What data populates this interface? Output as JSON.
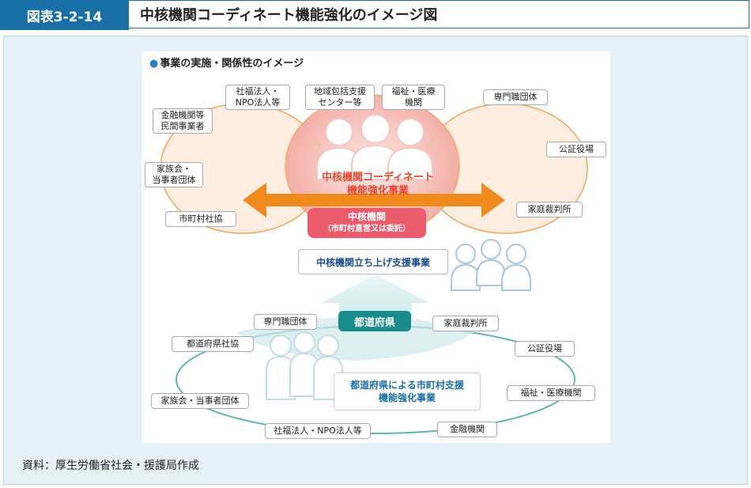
{
  "header": {
    "figure_label": "図表3-2-14",
    "title": "中核機関コーディネート機能強化のイメージ図"
  },
  "diagram": {
    "section_title": "事業の実施・関係性のイメージ",
    "coordinate_function": "中核機関コーディネート\n機能強化事業",
    "core_org": {
      "title": "中核機関",
      "subtitle": "（市町村直営又は委託）"
    },
    "launch_support": "中核機関立ち上げ支援事業",
    "prefecture": "都道府県",
    "prefecture_support": "都道府県による市町村支援\n機能強化事業",
    "upper_nodes": {
      "social_welfare_npo": "社福法人・\nNPO法人等",
      "regional_center": "地域包括支援\nセンター等",
      "welfare_medical": "福祉・医療\n機関",
      "professional": "専門職団体",
      "financial_private": "金融機関等\n民間事業者",
      "notary": "公証役場",
      "family_association": "家族会・\n当事者団体",
      "municipal_council": "市町村社協",
      "family_court": "家庭裁判所"
    },
    "lower_nodes": {
      "professional": "専門職団体",
      "family_court": "家庭裁判所",
      "pref_council": "都道府県社協",
      "notary": "公証役場",
      "family_association": "家族会・当事者団体",
      "welfare_medical": "福祉・医療機関",
      "social_welfare_npo": "社福法人・NPO法人等",
      "financial": "金融機関"
    },
    "colors": {
      "orange_ring": "#f4a55a",
      "overlap_pink": "#f6b3ae",
      "arrow_orange": "#f08c1e",
      "core_red": "#ec5b6c",
      "teal": "#1a8c8c",
      "teal_ring": "#5fb6ad",
      "blue_text": "#1b4e8c"
    }
  },
  "footer": {
    "source": "資料：厚生労働省社会・援護局作成"
  }
}
